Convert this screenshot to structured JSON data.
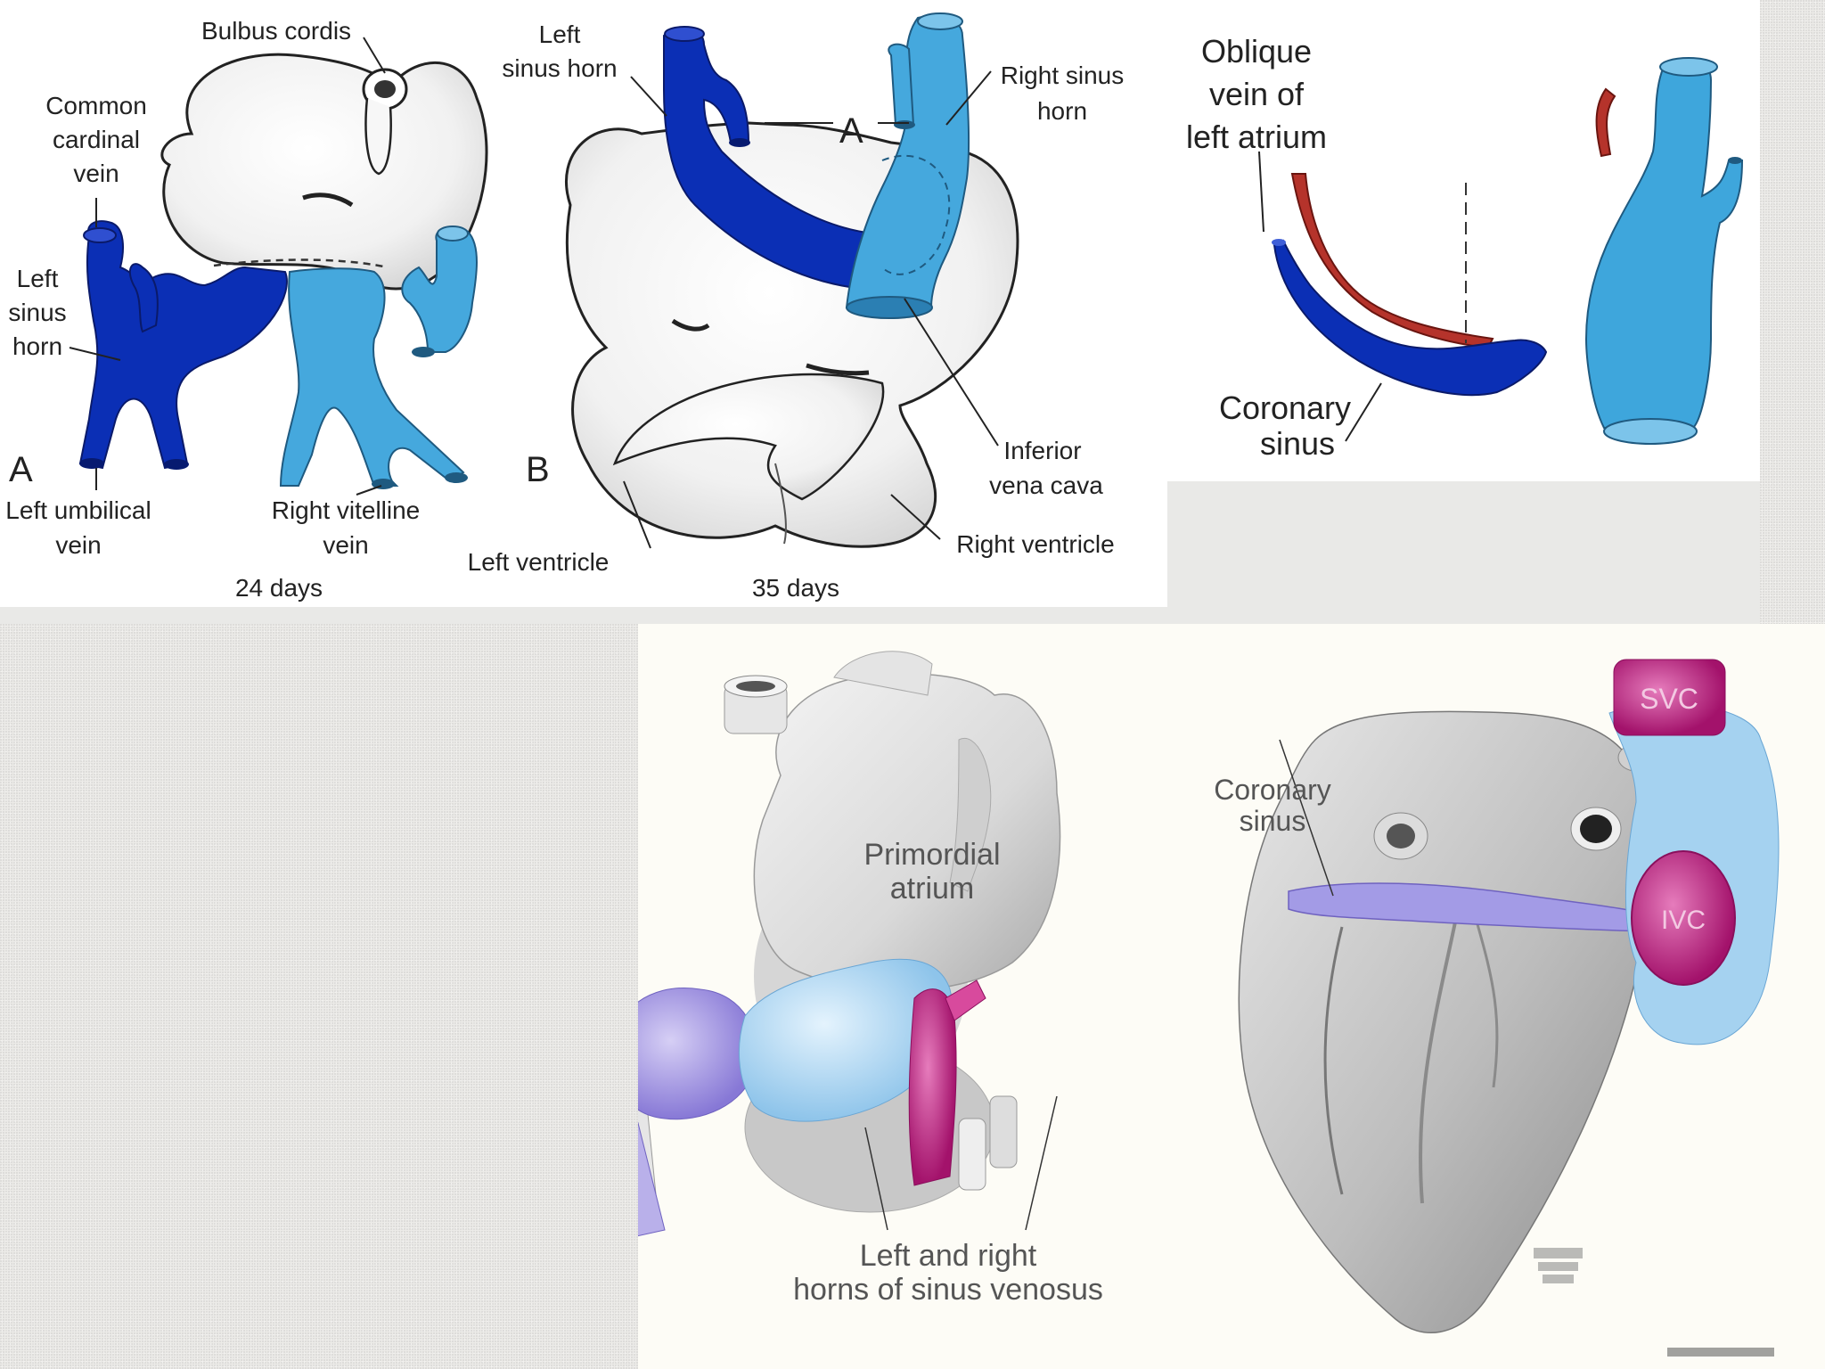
{
  "figure_24_days": {
    "bulbus_cordis": "Bulbus cordis",
    "common_cardinal_vein": [
      "Common",
      "cardinal",
      "vein"
    ],
    "left_sinus_horn": [
      "Left",
      "sinus",
      "horn"
    ],
    "panel_letter": "A",
    "left_umbilical_vein": [
      "Left umbilical",
      "vein"
    ],
    "right_vitelline_vein": [
      "Right vitelline",
      "vein"
    ],
    "caption": "24 days"
  },
  "figure_35_days": {
    "left_sinus_horn": [
      "Left",
      "sinus horn"
    ],
    "right_sinus_horn": [
      "Right sinus",
      "horn"
    ],
    "section_marker": "A",
    "panel_letter": "B",
    "inferior_vena_cava": [
      "Inferior",
      "vena cava"
    ],
    "left_ventricle": "Left ventricle",
    "right_ventricle": "Right ventricle",
    "caption": "35 days"
  },
  "figure_adult_sinus": {
    "oblique_vein": [
      "Oblique",
      "vein of",
      "left atrium"
    ],
    "coronary_sinus": [
      "Coronary",
      "sinus"
    ]
  },
  "figure_illustration_left": {
    "primordial_atrium": [
      "Primordial",
      "atrium"
    ],
    "horns_caption": [
      "Left and right",
      "horns of sinus venosus"
    ]
  },
  "figure_illustration_right": {
    "coronary_sinus": [
      "Coronary",
      "sinus"
    ],
    "svc": "SVC",
    "ivc": "IVC"
  },
  "colors": {
    "dark_blue": "#0a2fb8",
    "light_blue": "#3ea6dc",
    "red_vessel": "#b5332b",
    "purple": "#9b8fe0",
    "pale_blue": "#b5d9f2",
    "magenta": "#c2257f"
  }
}
